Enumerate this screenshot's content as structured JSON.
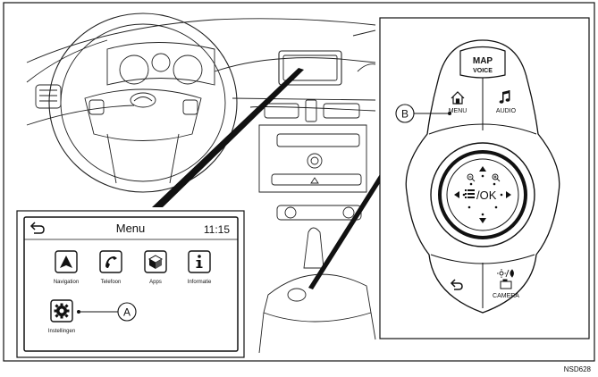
{
  "screen": {
    "title": "Menu",
    "time": "11:15",
    "icons": [
      {
        "label": "Navigation",
        "icon": "navigation-arrow-icon"
      },
      {
        "label": "Telefoon",
        "icon": "phone-icon"
      },
      {
        "label": "Apps",
        "icon": "apps-cube-icon"
      },
      {
        "label": "Informatie",
        "icon": "info-icon"
      },
      {
        "label": "Instellingen",
        "icon": "settings-gear-icon"
      }
    ]
  },
  "callouts": {
    "a": "A",
    "b": "B"
  },
  "controller": {
    "map_label": "MAP",
    "voice_label": "VOICE",
    "menu_label": "MENU",
    "audio_label": "AUDIO",
    "ok_label": "/OK",
    "camera_label": "CAMERA"
  },
  "figure_code": "NSD628"
}
